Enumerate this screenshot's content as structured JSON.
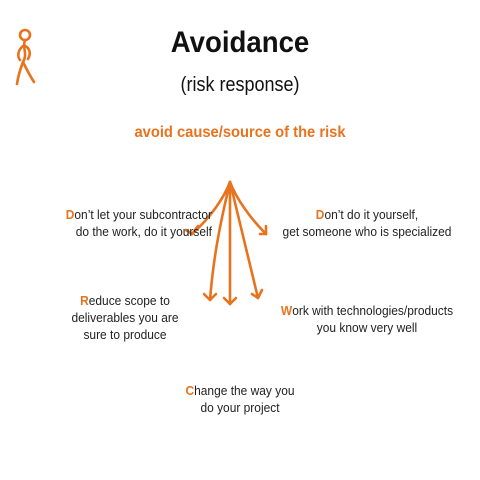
{
  "colors": {
    "accent": "#E8731F",
    "text": "#222222",
    "title": "#111111"
  },
  "icons": {
    "figure": "stick-figure-icon",
    "arrows": "branching-arrows-icon"
  },
  "title": "Avoidance",
  "subtitle": "(risk response)",
  "headline": "avoid cause/source of the risk",
  "items": [
    {
      "first": "D",
      "lines": [
        "on’t let your subcontractor",
        "do the work, do it yourself"
      ]
    },
    {
      "first": "D",
      "lines": [
        "on’t do it yourself,",
        "get someone who is specialized"
      ]
    },
    {
      "first": "R",
      "lines": [
        "educe scope to",
        "deliverables you are",
        "sure to produce"
      ]
    },
    {
      "first": "W",
      "lines": [
        "ork with technologies/products",
        "you know very well"
      ]
    },
    {
      "first": "C",
      "lines": [
        "hange the way you",
        "do your project"
      ]
    }
  ]
}
